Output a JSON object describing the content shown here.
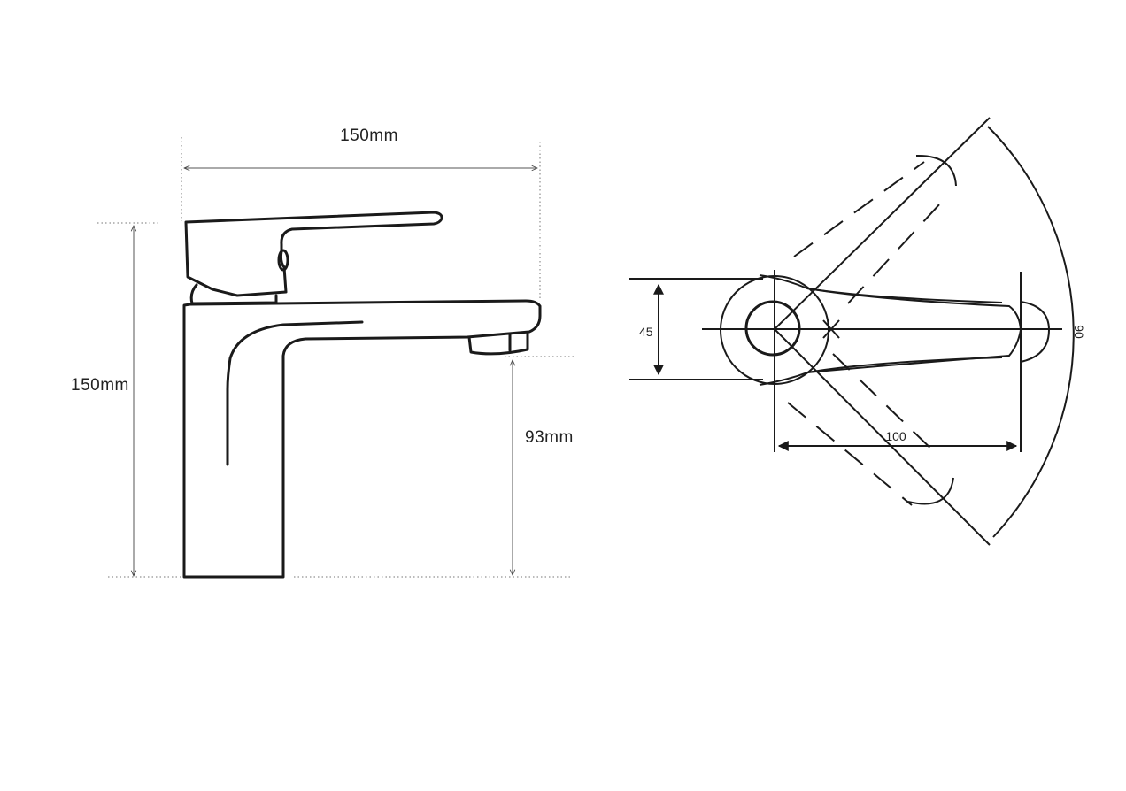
{
  "side_view": {
    "width_label": "150mm",
    "height_label": "150mm",
    "spout_height_label": "93mm"
  },
  "top_view": {
    "width_label": "45",
    "length_label": "100",
    "angle_label": "90"
  }
}
